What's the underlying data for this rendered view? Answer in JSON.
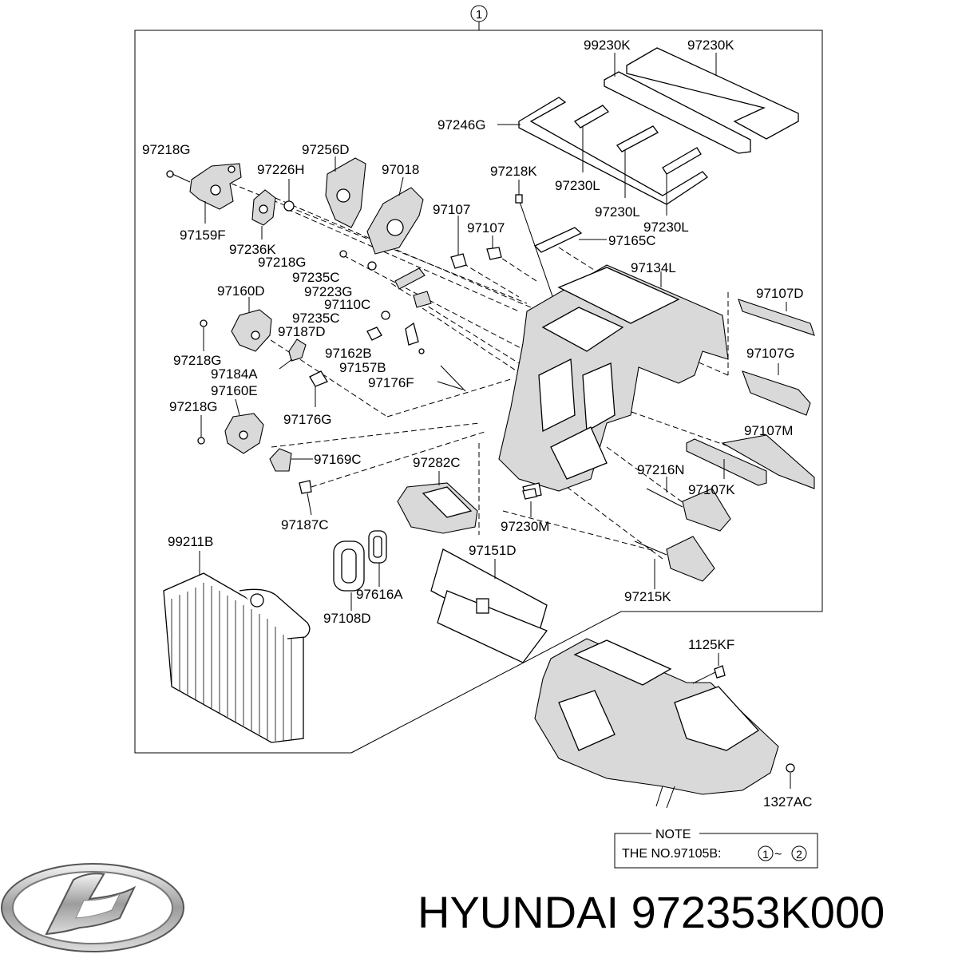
{
  "diagram": {
    "assembly_marker": "1",
    "labels": {
      "l_99230K": "99230K",
      "l_97230K": "97230K",
      "l_97246G": "97246G",
      "l_97230L_a": "97230L",
      "l_97230L_b": "97230L",
      "l_97230L_c": "97230L",
      "l_97218G_a": "97218G",
      "l_97256D": "97256D",
      "l_97226H": "97226H",
      "l_97018": "97018",
      "l_97218K": "97218K",
      "l_97159F": "97159F",
      "l_97236K": "97236K",
      "l_97107_a": "97107",
      "l_97107_b": "97107",
      "l_97165C": "97165C",
      "l_97218G_b": "97218G",
      "l_97235C_a": "97235C",
      "l_97134L": "97134L",
      "l_97160D": "97160D",
      "l_97223G": "97223G",
      "l_97110C": "97110C",
      "l_97107D": "97107D",
      "l_97235C_b": "97235C",
      "l_97187D": "97187D",
      "l_97162B": "97162B",
      "l_97107G": "97107G",
      "l_97218G_c": "97218G",
      "l_97157B": "97157B",
      "l_97184A": "97184A",
      "l_97176F": "97176F",
      "l_97160E": "97160E",
      "l_97176G": "97176G",
      "l_97107M": "97107M",
      "l_97218G_d": "97218G",
      "l_97282C": "97282C",
      "l_97169C": "97169C",
      "l_97216N": "97216N",
      "l_97107K": "97107K",
      "l_97187C": "97187C",
      "l_97230M": "97230M",
      "l_99211B": "99211B",
      "l_97151D": "97151D",
      "l_97616A": "97616A",
      "l_97215K": "97215K",
      "l_97108D": "97108D",
      "l_1125KF": "1125KF",
      "l_1327AC": "1327AC"
    },
    "note": {
      "title": "NOTE",
      "text": "THE NO.97105B:",
      "range_from": "1",
      "range_sep": "~",
      "range_to": "2"
    }
  },
  "footer": {
    "brand_title": "HYUNDAI 972353K000"
  }
}
